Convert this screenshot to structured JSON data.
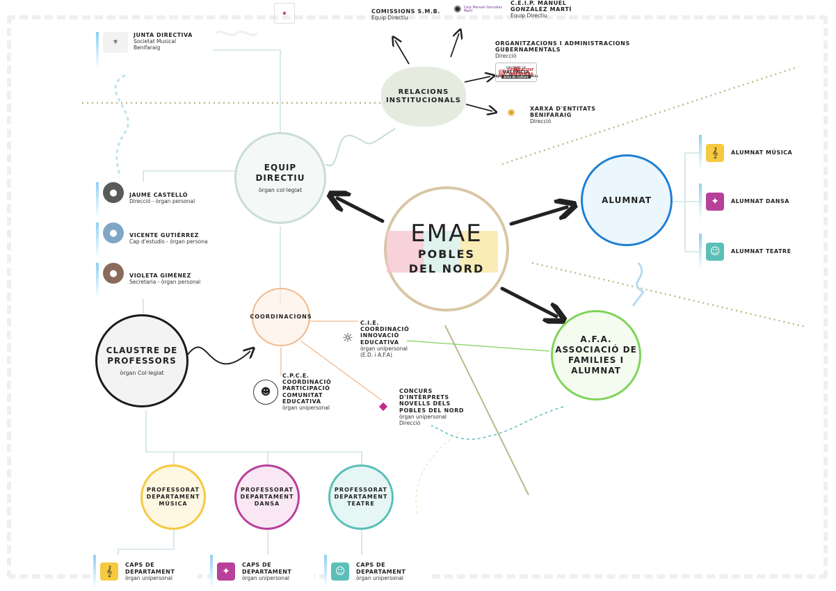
{
  "center": {
    "line1": "EMAE",
    "line2": "POBLES",
    "line3": "DEL NORD"
  },
  "equip_directiu": {
    "title1": "EQUIP",
    "title2": "DIRECTIU",
    "subtitle": "òrgan col·legiat"
  },
  "claustre": {
    "title1": "CLAUSTRE DE",
    "title2": "PROFESSORS",
    "subtitle": "òrgan Col·legiat"
  },
  "coordinacions": {
    "title": "COORDINACIONS"
  },
  "alumnat": {
    "title": "ALUMNAT"
  },
  "afa": {
    "title1": "A.F.A.",
    "title2": "ASSOCIACIÓ DE",
    "title3": "FAMILIES I",
    "title4": "ALUMNAT"
  },
  "relacions": {
    "title1": "RELACIONS",
    "title2": "INSTITUCIONALS"
  },
  "junta": {
    "name": "JUNTA DIRECTIVA",
    "role1": "Societat Musical",
    "role2": "Benifaraig"
  },
  "members": [
    {
      "name": "JAUME CASTELLÓ",
      "role": "Direcció - òrgan personal"
    },
    {
      "name": "VICENTE GUTIÉRREZ",
      "role": "Cap d'estudis - òrgan persona"
    },
    {
      "name": "VIOLETA GIMÉNEZ",
      "role": "Secretaria - òrgan personal"
    }
  ],
  "comissions": {
    "name": "COMISSIONS S.M.B.",
    "role": "Equip Directiu"
  },
  "ceip": {
    "name1": "C.E.I.P. MANUEL",
    "name2": "GONZÁLEZ MARTÍ",
    "role": "Equip Directiu",
    "logo_text": "Ceip Manuel González Martí"
  },
  "organitzacions": {
    "name1": "ORGANITZACIONS I ADMINISTRACIONS",
    "name2": "GUBERNAMENTALS",
    "role": "Direcció"
  },
  "gov_logos": {
    "ajuntament": "AJUNTAMENT DE VALÈNCIA",
    "diputacio1": "DIPUTACIÓ DE",
    "diputacio2": "VALÈNCIA",
    "diputacio3": "Àrea de Cultura",
    "generalitat1": "GENERALITAT",
    "generalitat2": "VALENCIANA"
  },
  "xarxa": {
    "name1": "XARXA D'ENTITATS",
    "name2": "BENIFARAIG",
    "role": "Direcció"
  },
  "alumnat_items": [
    {
      "label": "ALUMNAT MÚSICA"
    },
    {
      "label": "ALUMNAT DANSA"
    },
    {
      "label": "ALUMNAT TEATRE"
    }
  ],
  "cie": {
    "name1": "C.I.E.",
    "name2": "COORDINACIÓ",
    "name3": "INNOVACIÓ",
    "name4": "EDUCATIVA",
    "role1": "òrgan unipersonal",
    "role2": "(E.D. i A.F.A)"
  },
  "cpce": {
    "name1": "C.P.C.E.",
    "name2": "COORDINACIÓ",
    "name3": "PARTICIPACIÓ",
    "name4": "COMUNITAT",
    "name5": "EDUCATIVA",
    "role": "òrgan unipersonal"
  },
  "concurs": {
    "name1": "CONCURS",
    "name2": "D'INTÈRPRETS",
    "name3": "NOVELLS DELS",
    "name4": "POBLES DEL NORD",
    "role1": "òrgan unipersonal",
    "role2": "Direcció"
  },
  "departaments": [
    {
      "l1": "PROFESSORAT",
      "l2": "DEPARTAMENT",
      "l3": "MÚSICA"
    },
    {
      "l1": "PROFESSORAT",
      "l2": "DEPARTAMENT",
      "l3": "DANSA"
    },
    {
      "l1": "PROFESSORAT",
      "l2": "DEPARTAMENT",
      "l3": "TEATRE"
    }
  ],
  "caps": [
    {
      "l1": "CAPS DE",
      "l2": "DEPARTAMENT",
      "role": "òrgan unipersonal"
    },
    {
      "l1": "CAPS DE",
      "l2": "DEPARTAMENT",
      "role": "òrgan unipersonal"
    },
    {
      "l1": "CAPS DE",
      "l2": "DEPARTAMENT",
      "role": "òrgan unipersonal"
    }
  ],
  "colors": {
    "equip": "#c9ddd4",
    "claustre": "#1a1a1a",
    "coordinacions": "#f2b98c",
    "alumnat": "#1f7fd1",
    "afa": "#7fd35a",
    "musica": "#f5c940",
    "dansa": "#b8409a",
    "teatre": "#5bbfb8",
    "center": "#d8c7a4",
    "connector": "#cfe3e6"
  }
}
